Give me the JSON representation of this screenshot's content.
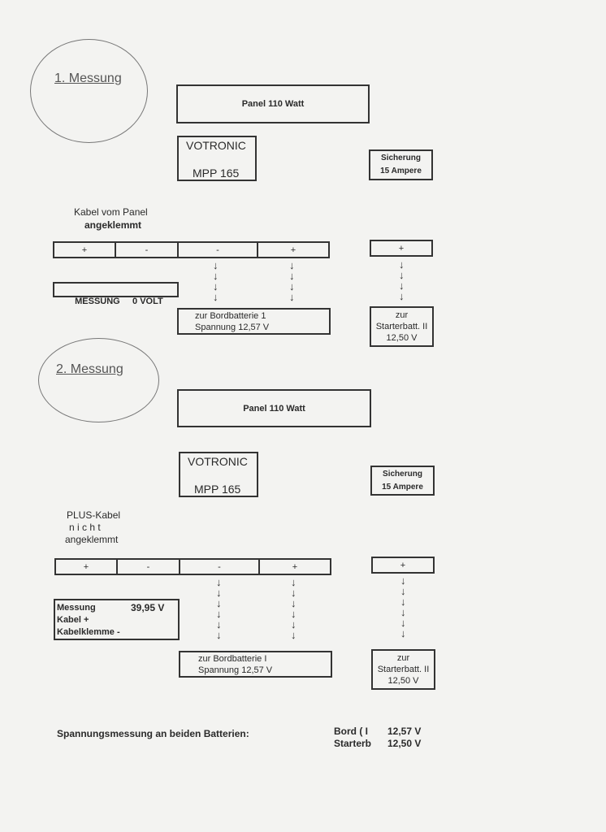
{
  "m1": {
    "title": "1. Messung",
    "panel": "Panel 110 Watt",
    "votronic_line1": "VOTRONIC",
    "votronic_line2": "MPP 165",
    "fuse_line1": "Sicherung",
    "fuse_line2": "15 Ampere",
    "note_line1": "Kabel vom Panel",
    "note_line2": "angeklemmt",
    "terminals": [
      "+",
      "-",
      "-",
      "+"
    ],
    "fuse_terminal": "+",
    "measure": "MESSUNG     0 VOLT",
    "bord_line1": "zur Bordbatterie 1",
    "bord_line2": "Spannung 12,57 V",
    "starter_line1": "zur",
    "starter_line2": "Starterbatt. II",
    "starter_line3": "12,50 V"
  },
  "m2": {
    "title": "2. Messung",
    "panel": "Panel 110 Watt",
    "votronic_line1": "VOTRONIC",
    "votronic_line2": "MPP 165",
    "fuse_line1": "Sicherung",
    "fuse_line2": "15 Ampere",
    "note_line1": "PLUS-Kabel",
    "note_line2": "n i c h t",
    "note_line3": "angeklemmt",
    "terminals": [
      "+",
      "-",
      "-",
      "+"
    ],
    "fuse_terminal": "+",
    "measure_line1": "Messung",
    "measure_value": "39,95 V",
    "measure_line2": "Kabel +",
    "measure_line3": "Kabelklemme  -",
    "bord_line1": "zur Bordbatterie  I",
    "bord_line2": "Spannung 12,57 V",
    "starter_line1": "zur",
    "starter_line2": "Starterbatt. II",
    "starter_line3": "12,50 V"
  },
  "summary": {
    "label": "Spannungsmessung an beiden Batterien:",
    "bord_label": "Bord ( I",
    "bord_value": "12,57 V",
    "starter_label": "Starterb",
    "starter_value": "12,50 V"
  }
}
